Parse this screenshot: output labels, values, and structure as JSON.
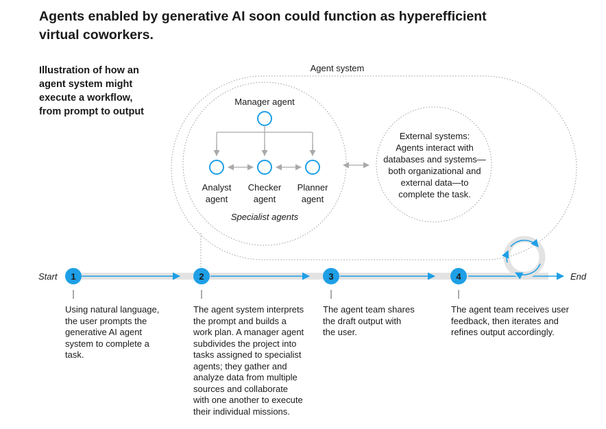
{
  "title_lines": [
    "Agents enabled by generative AI soon could function as hyperefficient",
    "virtual coworkers."
  ],
  "subtitle_lines": [
    "Illustration of how an",
    "agent system might",
    "execute a workflow,",
    "from prompt to output"
  ],
  "agent_system": {
    "label": "Agent system",
    "manager": "Manager agent",
    "specialists": [
      {
        "line1": "Analyst",
        "line2": "agent"
      },
      {
        "line1": "Checker",
        "line2": "agent"
      },
      {
        "line1": "Planner",
        "line2": "agent"
      }
    ],
    "specialists_caption": "Specialist agents",
    "external_lines": [
      "External systems:",
      "Agents interact with",
      "databases and systems—",
      "both organizational and",
      "external data—to",
      "complete the task."
    ]
  },
  "timeline": {
    "start": "Start",
    "end": "End",
    "steps": [
      {
        "number": "1",
        "lines": [
          "Using natural language,",
          "the user prompts the",
          "generative AI agent",
          "system to complete a",
          "task."
        ]
      },
      {
        "number": "2",
        "lines": [
          "The agent system interprets",
          "the prompt and builds a",
          "work plan. A manager agent",
          "subdivides the project into",
          "tasks assigned to specialist",
          "agents; they gather and",
          "analyze data from multiple",
          "sources and collaborate",
          "with one another to execute",
          "their individual missions."
        ]
      },
      {
        "number": "3",
        "lines": [
          "The agent team shares",
          "the draft output with",
          "the user."
        ]
      },
      {
        "number": "4",
        "lines": [
          "The agent team receives user",
          "feedback, then iterates and",
          "refines output accordingly."
        ]
      }
    ]
  },
  "colors": {
    "accent": "#1e9fe6",
    "timeline_gray": "#e3e3e3",
    "connector_gray": "#a9a9a9",
    "outline_dotted": "#9a9a9a"
  }
}
